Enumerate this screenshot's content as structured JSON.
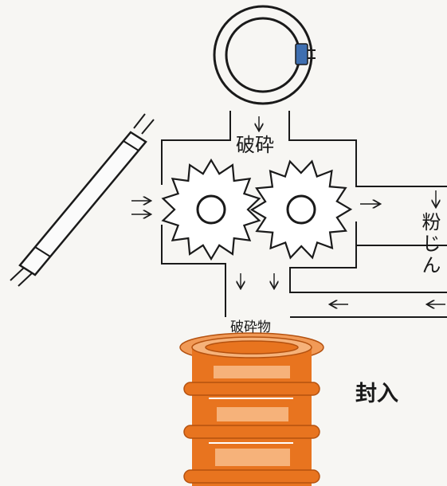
{
  "labels": {
    "crushing": "破砕",
    "crushed_material": "破砕物",
    "dust": "粉じん",
    "sealing": "封入"
  },
  "colors": {
    "line": "#1a1a1a",
    "drum": "#e8741f",
    "drum_light": "#f6b27a",
    "lamp_connector": "#3f6fb0",
    "background": "#f7f6f3"
  },
  "icons": [
    "circular-fluorescent-lamp-icon",
    "straight-fluorescent-tube-icon",
    "crusher-gear-icon",
    "steel-drum-icon",
    "arrow-icon"
  ]
}
